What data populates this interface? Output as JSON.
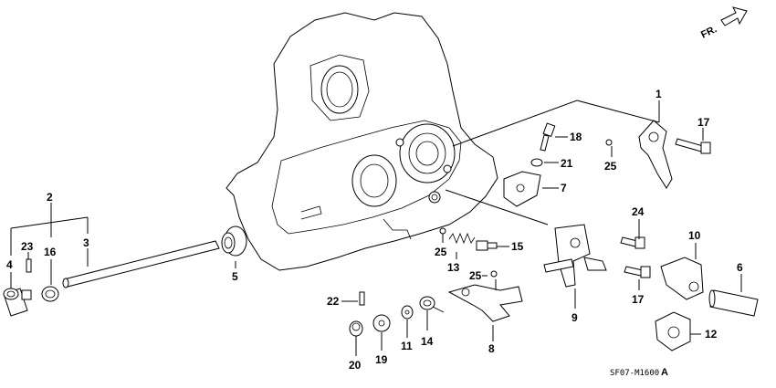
{
  "diagram": {
    "callouts": [
      {
        "id": "callout-1",
        "text": "1"
      },
      {
        "id": "callout-2",
        "text": "2"
      },
      {
        "id": "callout-3",
        "text": "3"
      },
      {
        "id": "callout-4",
        "text": "4"
      },
      {
        "id": "callout-5",
        "text": "5"
      },
      {
        "id": "callout-6",
        "text": "6"
      },
      {
        "id": "callout-7",
        "text": "7"
      },
      {
        "id": "callout-8",
        "text": "8"
      },
      {
        "id": "callout-9",
        "text": "9"
      },
      {
        "id": "callout-10",
        "text": "10"
      },
      {
        "id": "callout-11",
        "text": "11"
      },
      {
        "id": "callout-12",
        "text": "12"
      },
      {
        "id": "callout-13",
        "text": "13"
      },
      {
        "id": "callout-14",
        "text": "14"
      },
      {
        "id": "callout-15",
        "text": "15"
      },
      {
        "id": "callout-16",
        "text": "16"
      },
      {
        "id": "callout-17a",
        "text": "17"
      },
      {
        "id": "callout-17b",
        "text": "17"
      },
      {
        "id": "callout-18",
        "text": "18"
      },
      {
        "id": "callout-19",
        "text": "19"
      },
      {
        "id": "callout-20",
        "text": "20"
      },
      {
        "id": "callout-21",
        "text": "21"
      },
      {
        "id": "callout-22",
        "text": "22"
      },
      {
        "id": "callout-23",
        "text": "23"
      },
      {
        "id": "callout-24",
        "text": "24"
      },
      {
        "id": "callout-25a",
        "text": "25"
      },
      {
        "id": "callout-25b",
        "text": "25"
      },
      {
        "id": "callout-25c",
        "text": "25"
      }
    ],
    "direction_label": "FR.",
    "figure_code": "SF07-M1600",
    "figure_code_suffix": "A"
  },
  "colors": {
    "ink": "#000000",
    "paper": "#ffffff"
  }
}
